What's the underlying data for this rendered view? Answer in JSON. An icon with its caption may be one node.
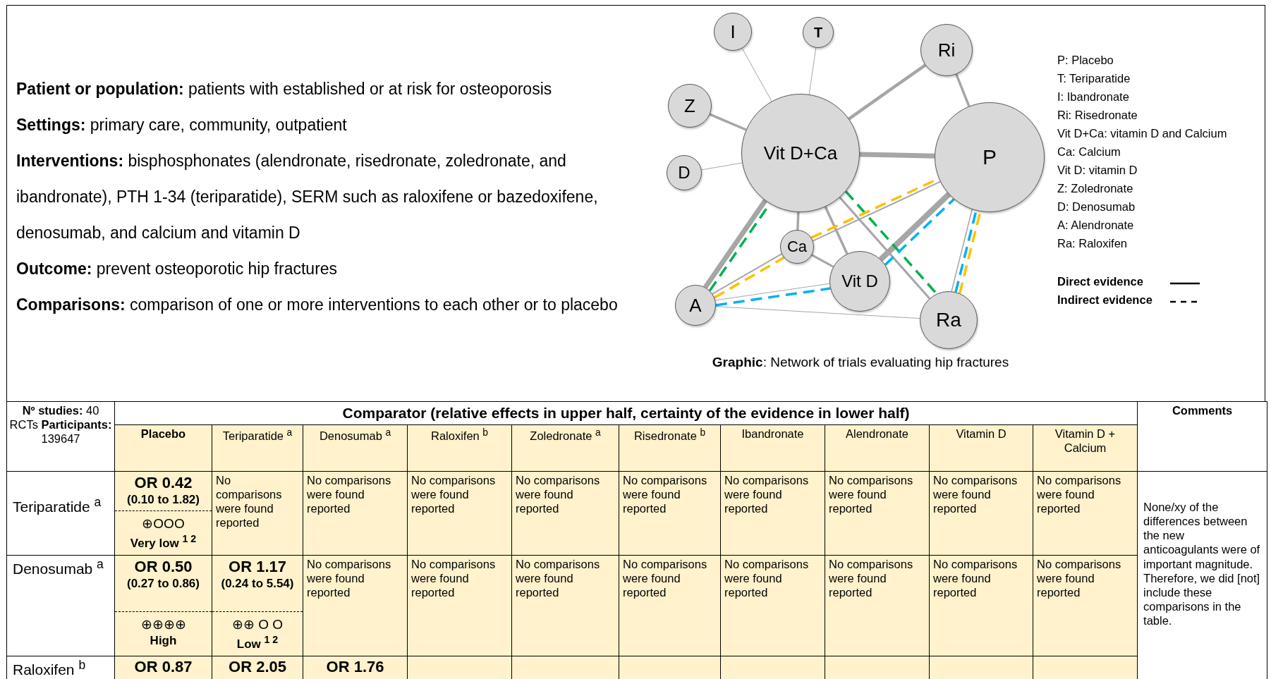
{
  "diagram": {
    "caption": "**Graphic**: Network of trials evaluating hip fractures",
    "nodes": [
      {
        "text": [
          "I"
        ]
      },
      {
        "text": [
          "T"
        ]
      },
      {
        "text": [
          "Ri"
        ]
      },
      {
        "text": [
          "Z"
        ]
      },
      {
        "text": [
          "Vit D+Ca"
        ]
      },
      {
        "text": [
          "P"
        ]
      },
      {
        "text": [
          "D"
        ]
      },
      {
        "text": [
          "Ca"
        ]
      },
      {
        "text": [
          "Vit D"
        ]
      },
      {
        "text": [
          "A"
        ]
      },
      {
        "text": [
          "Ra"
        ]
      }
    ],
    "edges": [
      {
        "from": 0,
        "to": 4,
        "arrow": "none"
      },
      {
        "from": 1,
        "to": 4,
        "arrow": "none"
      },
      {
        "from": 3,
        "to": 4,
        "arrow": "none"
      },
      {
        "from": 6,
        "to": 4,
        "arrow": "none"
      },
      {
        "from": 2,
        "to": 4,
        "arrow": "none"
      },
      {
        "from": 2,
        "to": 5,
        "arrow": "none"
      },
      {
        "from": 4,
        "to": 5,
        "arrow": "none",
        "style": "thick"
      },
      {
        "from": 4,
        "to": 7,
        "arrow": "none"
      },
      {
        "from": 4,
        "to": 8,
        "arrow": "none"
      },
      {
        "from": 4,
        "to": 10,
        "arrow": "none"
      },
      {
        "from": 9,
        "to": 4,
        "arrow": "none",
        "style": "thick"
      },
      {
        "from": 5,
        "to": 8,
        "arrow": "none",
        "style": "thick"
      },
      {
        "from": 7,
        "to": 5,
        "arrow": "none"
      },
      {
        "from": 7,
        "to": 8,
        "arrow": "none"
      },
      {
        "from": 9,
        "to": 7,
        "arrow": "none"
      },
      {
        "from": 9,
        "to": 8,
        "arrow": "none"
      },
      {
        "from": 9,
        "to": 10,
        "arrow": "none"
      },
      {
        "from": 10,
        "to": 5,
        "arrow": "none"
      },
      {
        "from": 9,
        "to": 4,
        "arrow": "none",
        "style": "dashed",
        "color": "#00b050"
      },
      {
        "from": 4,
        "to": 10,
        "arrow": "none",
        "style": "dashed",
        "color": "#00b050"
      },
      {
        "from": 9,
        "to": 7,
        "arrow": "none",
        "style": "dashed",
        "color": "#ffc000"
      },
      {
        "from": 7,
        "to": 5,
        "arrow": "none",
        "style": "dashed",
        "color": "#ffc000"
      },
      {
        "from": 9,
        "to": 8,
        "arrow": "none",
        "style": "dashed",
        "color": "#00b0f0"
      },
      {
        "from": 8,
        "to": 5,
        "arrow": "none",
        "style": "dashed",
        "color": "#00b0f0"
      },
      {
        "from": 10,
        "to": 5,
        "arrow": "none",
        "style": "dashed",
        "color": "#00b0f0"
      },
      {
        "from": 10,
        "to": 5,
        "arrow": "none",
        "style": "dashed",
        "color": "#ffc000"
      }
    ],
    "labels": [
      "**Patient or population:** patients with established or at risk for osteoporosis",
      "**Settings:** primary care, community, outpatient",
      "**Interventions:** bisphosphonates (alendronate, risedronate, zoledronate, and ibandronate), PTH 1-34 (teriparatide), SERM such as raloxifene or bazedoxifene, denosumab, and calcium and vitamin D",
      "**Outcome:**  prevent osteoporotic hip fractures",
      "**Comparisons:** comparison of one or more interventions to each other or to placebo",
      "P: Placebo",
      "T: Teriparatide",
      "I: Ibandronate",
      "Ri: Risedronate",
      "Vit D+Ca: vitamin D and Calcium",
      "Ca: Calcium",
      "Vit D: vitamin D",
      "Z: Zoledronate",
      "D: Denosumab",
      "A: Alendronate",
      "Ra: Raloxifen",
      "**Nº studies:** 40 RCTs **Participants:** 139647",
      "Comparator (relative effects in upper half, certainty of the evidence in lower half)",
      "Comments",
      "Placebo",
      "Teriparatide $^{a}$",
      "Denosumab $^{a}$",
      "Raloxifen $^{b}$",
      "Zoledronate $^{a}$",
      "Risedronate $^{b}$",
      "Ibandronate",
      "Alendronate",
      "Vitamin D",
      "Vitamin D + Calcium",
      "Teriparatide $^{a}$",
      "OR 0.42",
      "(0.10 to 1.82)",
      "⊕OOO",
      "Very low $^{1 2}$",
      "No comparisons were found reported",
      "No comparisons were found reported",
      "No comparisons were found reported",
      "No comparisons were found reported",
      "No comparisons were found reported",
      "No comparisons were found reported",
      "No comparisons were found reported",
      "No comparisons were found reported",
      "No comparisons were found reported",
      "None/xy of the differences between the new anticoagulants were of important magnitude. Therefore, we did [not] include these comparisons in the table.",
      "Denosumab $^{a}$",
      "OR 0.50",
      "(0.27 to 0.86)",
      "⊕⊕⊕⊕",
      "High",
      "OR 1.17",
      "(0.24 to 5.54)",
      "⊕⊕ O O",
      "Low $^{1 2}$",
      "No comparisons were found reported",
      "No comparisons were found reported",
      "No comparisons were found reported",
      "No comparisons were found reported",
      "No comparisons were found reported",
      "No comparisons were found reported",
      "No comparisons were found reported",
      "No comparisons were found reported",
      "Raloxifen $^{b}$",
      "OR 0.87",
      "OR 2.05",
      "OR 1.76"
    ],
    "legend": [
      {
        "text": "Direct evidence"
      },
      {
        "text": "Indirect evidence"
      }
    ]
  }
}
